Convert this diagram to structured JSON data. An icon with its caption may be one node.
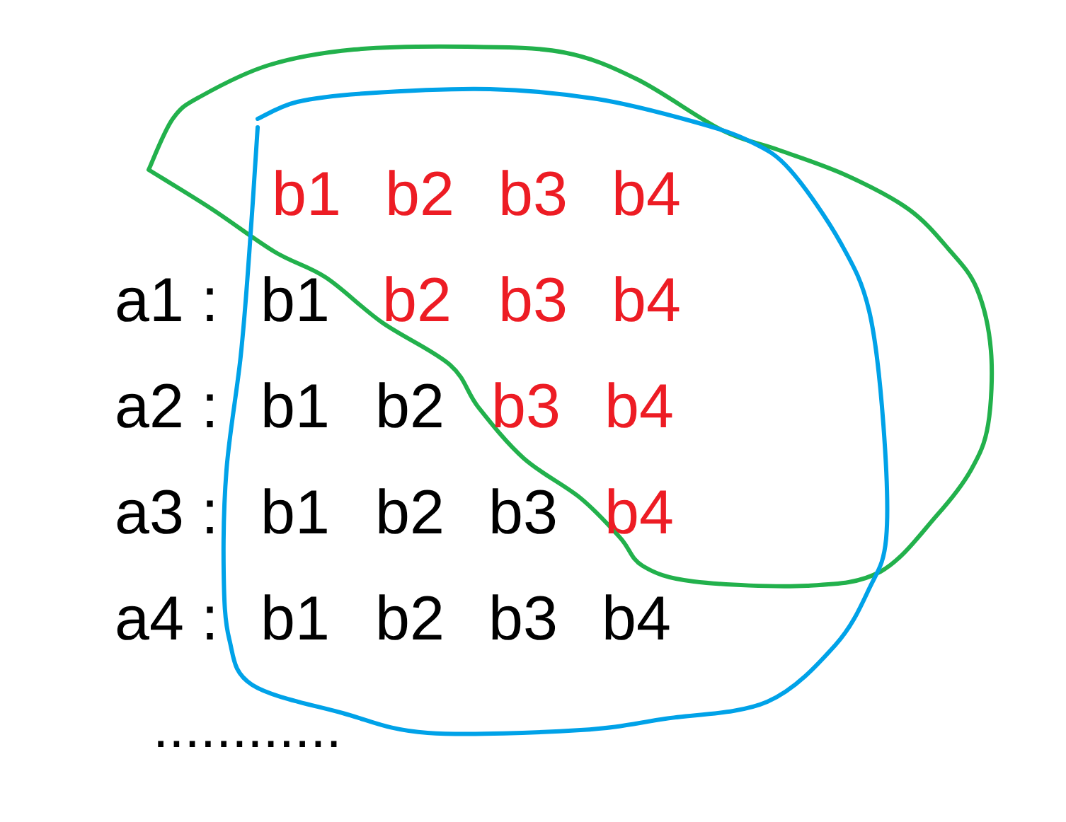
{
  "diagram": {
    "labels": [
      "b1",
      "b2",
      "b3",
      "b4",
      "a1 :",
      "b1",
      "b2",
      "b3",
      "b4",
      "a2 :",
      "b1",
      "b2",
      "b3",
      "b4",
      "a3 :",
      "b1",
      "b2",
      "b3",
      "b4",
      "a4 :",
      "b1",
      "b2",
      "b3",
      "b4",
      "............"
    ]
  }
}
